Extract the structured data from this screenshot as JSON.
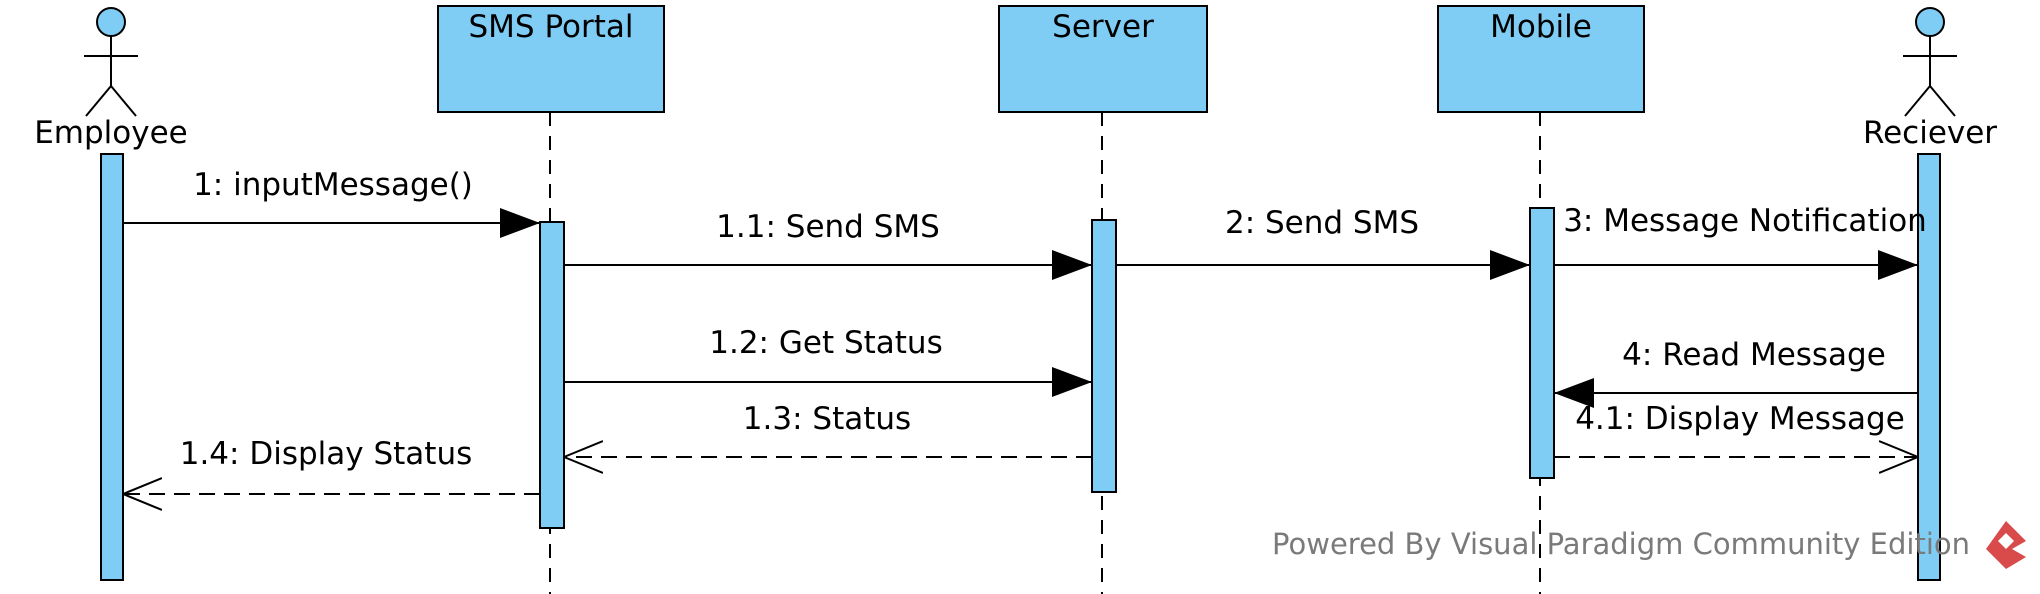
{
  "actors": {
    "employee": "Employee",
    "receiver": "Reciever"
  },
  "objects": {
    "sms_portal": "SMS Portal",
    "server": "Server",
    "mobile": "Mobile"
  },
  "messages": [
    {
      "number": "1",
      "label": "1: inputMessage()",
      "from": "Employee",
      "to": "SMS Portal",
      "kind": "synchronous"
    },
    {
      "number": "1.1",
      "label": "1.1: Send SMS",
      "from": "SMS Portal",
      "to": "Server",
      "kind": "synchronous"
    },
    {
      "number": "2",
      "label": "2: Send SMS",
      "from": "Server",
      "to": "Mobile",
      "kind": "synchronous"
    },
    {
      "number": "3",
      "label": "3: Message Notification",
      "from": "Mobile",
      "to": "Reciever",
      "kind": "synchronous"
    },
    {
      "number": "1.2",
      "label": "1.2: Get Status",
      "from": "SMS Portal",
      "to": "Server",
      "kind": "synchronous"
    },
    {
      "number": "4",
      "label": "4: Read Message",
      "from": "Reciever",
      "to": "Mobile",
      "kind": "synchronous"
    },
    {
      "number": "1.3",
      "label": "1.3: Status",
      "from": "Server",
      "to": "SMS Portal",
      "kind": "return"
    },
    {
      "number": "4.1",
      "label": "4.1: Display Message",
      "from": "Mobile",
      "to": "Reciever",
      "kind": "return"
    },
    {
      "number": "1.4",
      "label": "1.4: Display Status",
      "from": "SMS Portal",
      "to": "Employee",
      "kind": "return"
    }
  ],
  "watermark": "Powered By Visual Paradigm Community Edition",
  "colors": {
    "fill": "#7fcdf4",
    "stroke": "#000000",
    "watermark": "#7a7a7a",
    "logo": "#d94a4a"
  }
}
